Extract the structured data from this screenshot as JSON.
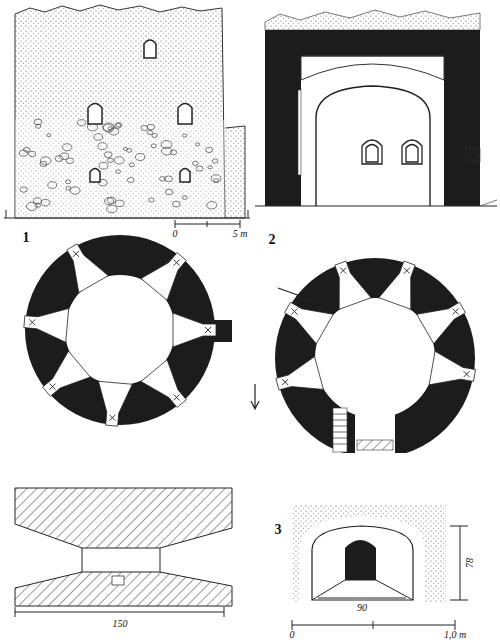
{
  "diagram": {
    "labels": [
      "1",
      "2",
      "3",
      "0",
      "5 m",
      "150",
      "90",
      "78",
      "0",
      "1,0 m"
    ]
  }
}
